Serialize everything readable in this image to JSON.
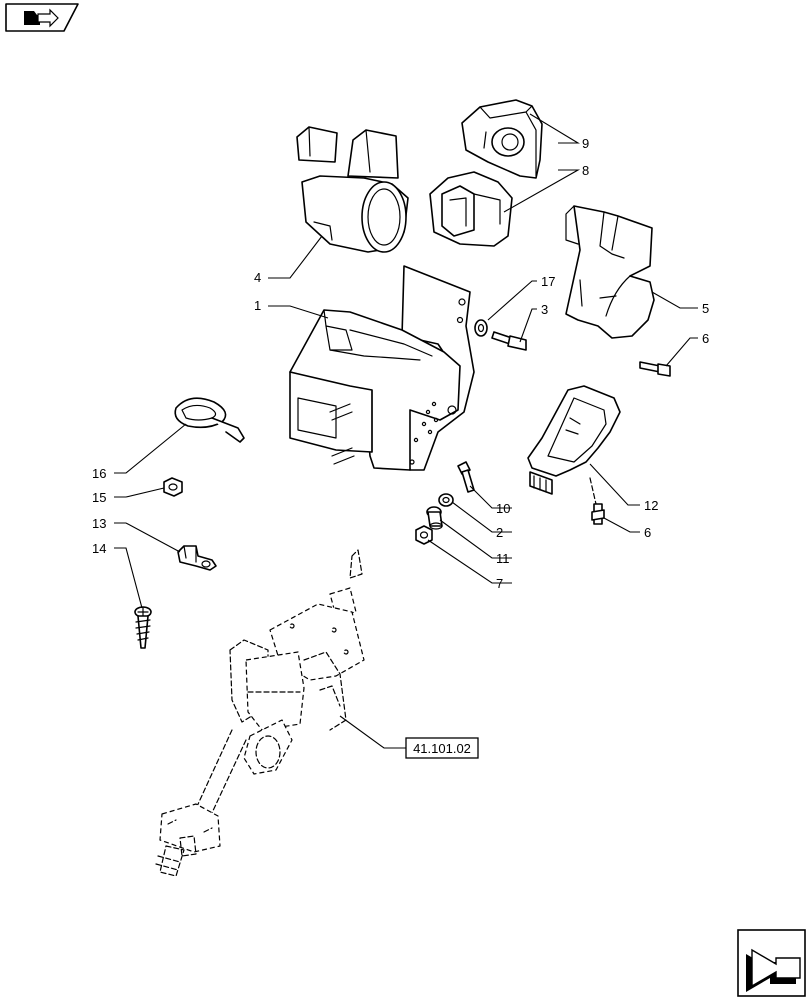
{
  "callouts": [
    "1",
    "2",
    "3",
    "4",
    "5",
    "6",
    "6",
    "7",
    "8",
    "9",
    "10",
    "11",
    "12",
    "13",
    "14",
    "15",
    "16",
    "17"
  ],
  "reference_label": "41.101.02",
  "icons": {
    "top_left": "part-catalog-tab-icon",
    "bottom_right": "next-page-arrow-icon"
  },
  "colors": {
    "line": "#000000",
    "background": "#ffffff"
  }
}
